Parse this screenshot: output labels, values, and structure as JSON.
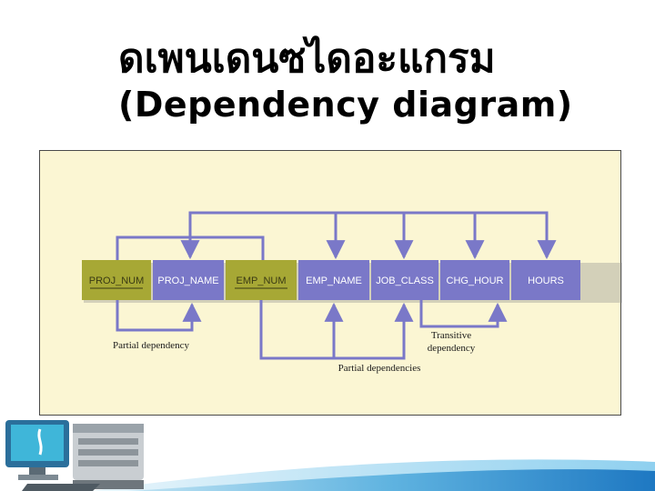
{
  "title": {
    "thai": "ดเพนเดนซไดอะแกรม",
    "english": "(Dependency diagram)"
  },
  "diagram": {
    "attributes": [
      {
        "label": "PROJ_NUM",
        "key": true
      },
      {
        "label": "PROJ_NAME",
        "key": false
      },
      {
        "label": "EMP_NUM",
        "key": true
      },
      {
        "label": "EMP_NAME",
        "key": false
      },
      {
        "label": "JOB_CLASS",
        "key": false
      },
      {
        "label": "CHG_HOUR",
        "key": false
      },
      {
        "label": "HOURS",
        "key": false
      }
    ],
    "notes": {
      "partial_dependency": "Partial dependency",
      "transitive_line1": "Transitive",
      "transitive_line2": "dependency",
      "partial_dependencies": "Partial dependencies"
    },
    "colors": {
      "key_fill": "#a7a835",
      "attr_fill": "#7a78c8",
      "arrow": "#7a78c8",
      "background": "#fbf6d3"
    }
  }
}
